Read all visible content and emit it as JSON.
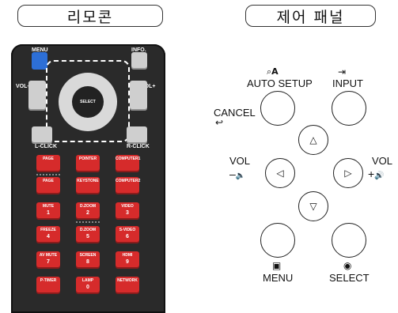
{
  "headers": {
    "remote": "리모콘",
    "panel": "제어 패널"
  },
  "remote": {
    "menu": "MENU",
    "info": "INFO.",
    "vol_minus": "VOL–",
    "vol_plus": "VOL+",
    "select": "SELECT",
    "l_click": "L-CLICK",
    "r_click": "R-CLICK",
    "rows": [
      [
        "PAGE",
        "POINTER",
        "COMPUTER1"
      ],
      [
        "PAGE",
        "KEYSTONE",
        "COMPUTER2"
      ],
      [
        "MUTE",
        "D.ZOOM",
        "VIDEO"
      ],
      [
        "FREEZE",
        "D.ZOOM",
        "S-VIDEO"
      ],
      [
        "AV MUTE",
        "SCREEN",
        "HDMI"
      ],
      [
        "P-TIMER",
        "LAMP",
        "NETWORK"
      ]
    ],
    "digits": [
      [
        "",
        "",
        ""
      ],
      [
        "",
        "",
        ""
      ],
      [
        "1",
        "2",
        "3"
      ],
      [
        "4",
        "5",
        "6"
      ],
      [
        "7",
        "8",
        "9"
      ],
      [
        "",
        "0",
        ""
      ]
    ]
  },
  "panel": {
    "auto_setup": "AUTO SETUP",
    "auto_setup_glyph": "A",
    "input": "INPUT",
    "cancel": "CANCEL",
    "vol_left": "VOL",
    "vol_right": "VOL",
    "vol_left_sign": "–",
    "vol_right_sign": "+",
    "menu": "MENU",
    "select": "SELECT"
  }
}
